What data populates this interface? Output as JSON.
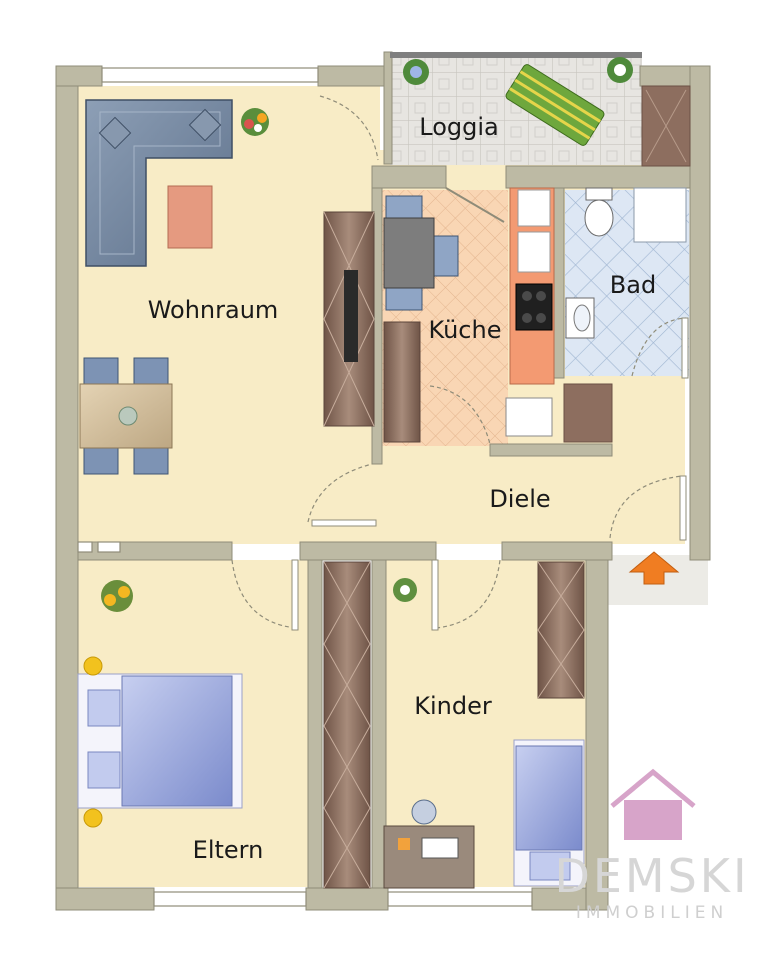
{
  "rooms": {
    "loggia": "Loggia",
    "wohnraum": "Wohnraum",
    "kueche": "Küche",
    "bad": "Bad",
    "diele": "Diele",
    "kinder": "Kinder",
    "eltern": "Eltern"
  },
  "brand": {
    "name": "DEMSKI",
    "tagline": "IMMOBILIEN"
  },
  "colors": {
    "wall": "#bdbaa4",
    "floor": "#f8ecc6",
    "wardrobe": "#8e7364",
    "sofa": "#7589a2",
    "bedding": "#9ba9de",
    "counter": "#f39a72",
    "entrance_arrow": "#f07d22",
    "logo_roof": "#d7a4c9"
  }
}
